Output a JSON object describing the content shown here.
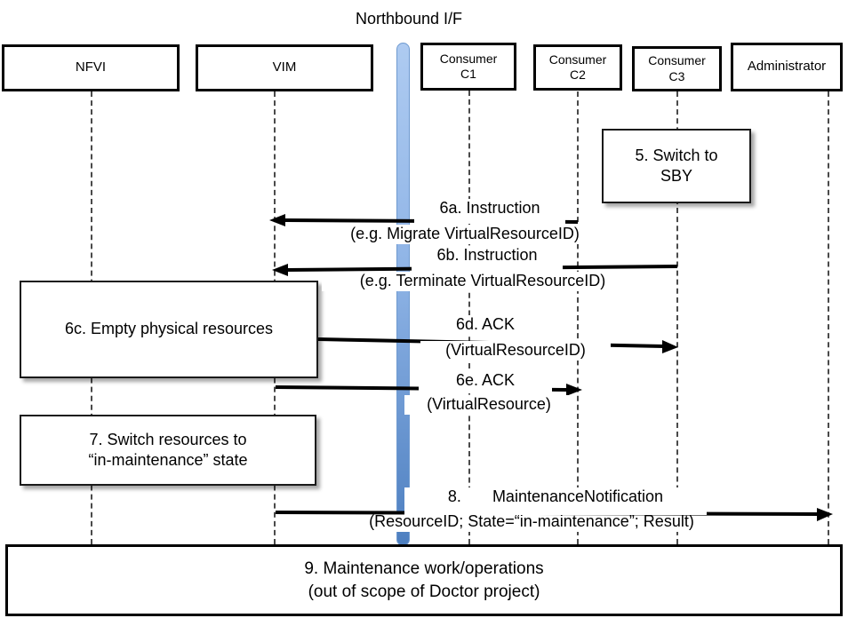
{
  "title": "Northbound I/F",
  "actors": [
    {
      "id": "nfvi",
      "label": "NFVI"
    },
    {
      "id": "vim",
      "label": "VIM"
    },
    {
      "id": "consumer-c1",
      "label": "Consumer",
      "sub": "C1"
    },
    {
      "id": "consumer-c2",
      "label": "Consumer",
      "sub": "C2"
    },
    {
      "id": "consumer-c3",
      "label": "Consumer",
      "sub": "C3"
    },
    {
      "id": "administrator",
      "label": "Administrator"
    }
  ],
  "notes": {
    "n5": {
      "line1": "5. Switch to",
      "line2": "SBY"
    },
    "n6c": {
      "text": "6c. Empty physical resources"
    },
    "n7": {
      "line1": "7. Switch resources to",
      "line2": "“in-maintenance” state"
    },
    "n9": {
      "line1": "9. Maintenance work/operations",
      "line2": "(out of scope of Doctor project)"
    }
  },
  "messages": {
    "m6a": {
      "line1": "6a. Instruction",
      "line2": "(e.g. Migrate VirtualResourceID)"
    },
    "m6b": {
      "line1": "6b. Instruction",
      "line2": "(e.g. Terminate VirtualResourceID)"
    },
    "m6d": {
      "line1": "6d. ACK",
      "line2": "(VirtualResourceID)"
    },
    "m6e": {
      "line1": "6e. ACK",
      "line2": "(VirtualResource)"
    },
    "m8": {
      "line1": "8.       MaintenanceNotification",
      "line2": "(ResourceID; State=“in-maintenance”; Result)"
    }
  },
  "colors": {
    "bar_top": "#aecbf1",
    "bar_mid": "#8fb4e6",
    "bar_bottom": "#4d7fc0",
    "bar_border": "#6f9ad0",
    "arrow": "#000000",
    "lifeline": "#4a4a4a",
    "ink": "#000000"
  }
}
